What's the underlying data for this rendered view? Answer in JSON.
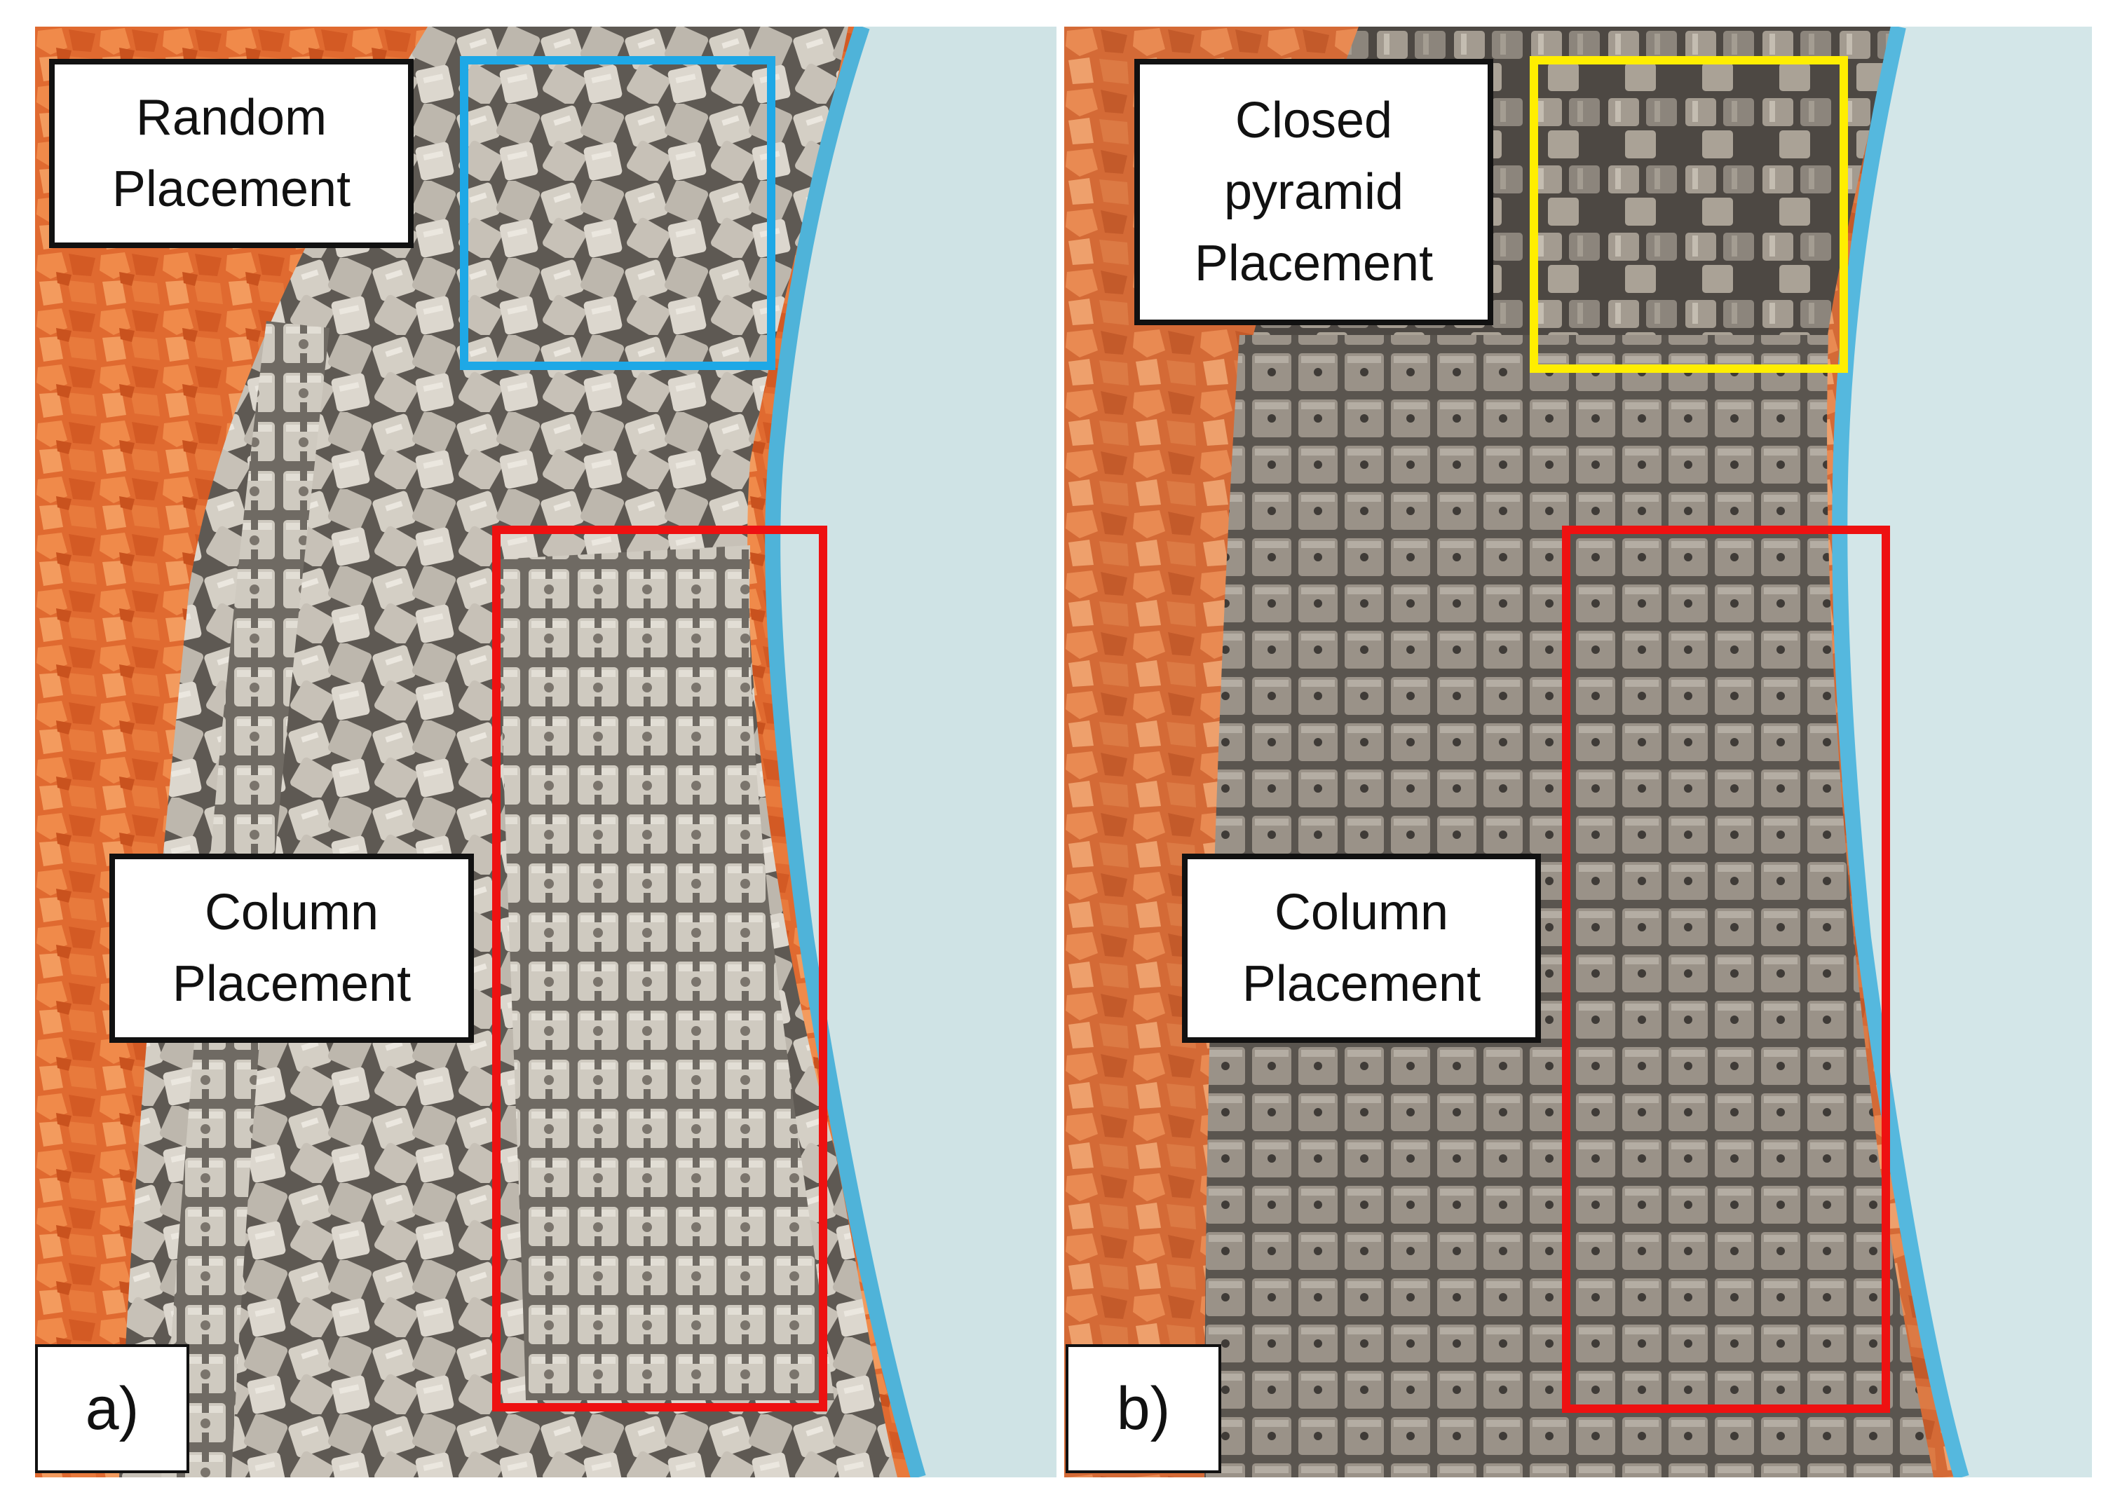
{
  "panels": [
    {
      "id": "a",
      "tag": "a)",
      "labels": {
        "top": [
          "Random",
          "Placement"
        ],
        "bottom": [
          "Column",
          "Placement"
        ]
      }
    },
    {
      "id": "b",
      "tag": "b)",
      "labels": {
        "top": [
          "Closed",
          "pyramid",
          "Placement"
        ],
        "bottom": [
          "Column",
          "Placement"
        ]
      }
    }
  ],
  "colors": {
    "gravel": "#e9743a",
    "flume_water": "#cfe3e5",
    "flume_edge": "#4fb3d9",
    "block_light": "#d8d3c8",
    "block_dark": "#8c857c",
    "box_random": "#1ea8e6",
    "box_closed_pyramid": "#ffee00",
    "box_column": "#ee1111"
  }
}
